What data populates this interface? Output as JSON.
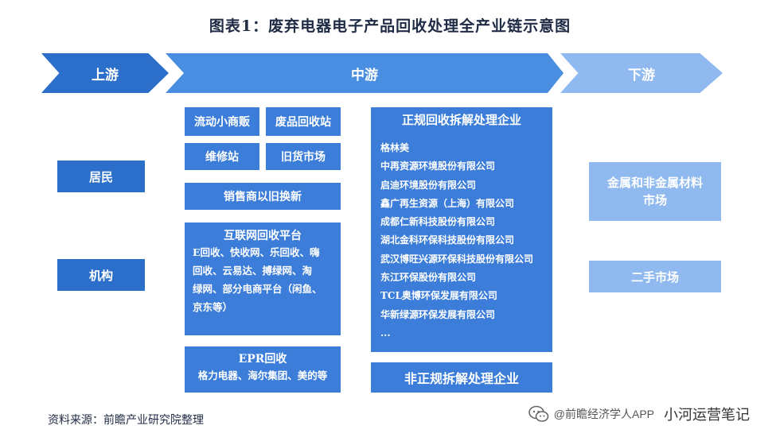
{
  "title": "图表1：废弃电器电子产品回收处理全产业链示意图",
  "stages": {
    "upstream": "上游",
    "midstream": "中游",
    "downstream": "下游"
  },
  "upstream": {
    "residents": "居民",
    "institutions": "机构"
  },
  "midstream": {
    "mobile_vendors": "流动小商贩",
    "scrap_stations": "废品回收站",
    "repair_stations": "维修站",
    "secondhand_market": "旧货市场",
    "trade_in": "销售商以旧换新",
    "internet_platform": {
      "title": "互联网回收平台",
      "body_lines": [
        "E回收、快收网、乐回收、嗨",
        "回收、云易达、搏绿网、淘",
        "绿网、部分电商平台（闲鱼、",
        "京东等）"
      ]
    },
    "epr": {
      "title": "EPR回收",
      "body": "格力电器、海尔集团、美的等"
    },
    "formal_companies": {
      "title": "正规回收拆解处理企业",
      "items": [
        "格林美",
        "中再资源环境股份有限公司",
        "启迪环境股份有限公司",
        "鑫广再生资源（上海）有限公司",
        "成都仁新科技股份有限公司",
        "湖北金科环保科技股份有限公司",
        "武汉博旺兴源环保科技股份有限公司",
        "东江环保股份有限公司",
        "TCL奥博环保发展有限公司",
        "华新绿源环保发展有限公司",
        "..."
      ]
    },
    "informal_companies": "非正规拆解处理企业"
  },
  "downstream": {
    "metal_market_lines": [
      "金属和非金属材料",
      "市场"
    ],
    "secondhand_market": "二手市场"
  },
  "footer": {
    "source": "资料来源：前瞻产业研究院整理",
    "account": "小河运营笔记",
    "app": "@前瞻经济学人APP"
  },
  "colors": {
    "dark_blue": "#2c6fca",
    "mid_blue": "#3b7dd8",
    "light_blue": "#8fb9ef",
    "arrow_mid": "#4a8ee2"
  },
  "icons": {
    "wechat": "wechat-icon"
  }
}
